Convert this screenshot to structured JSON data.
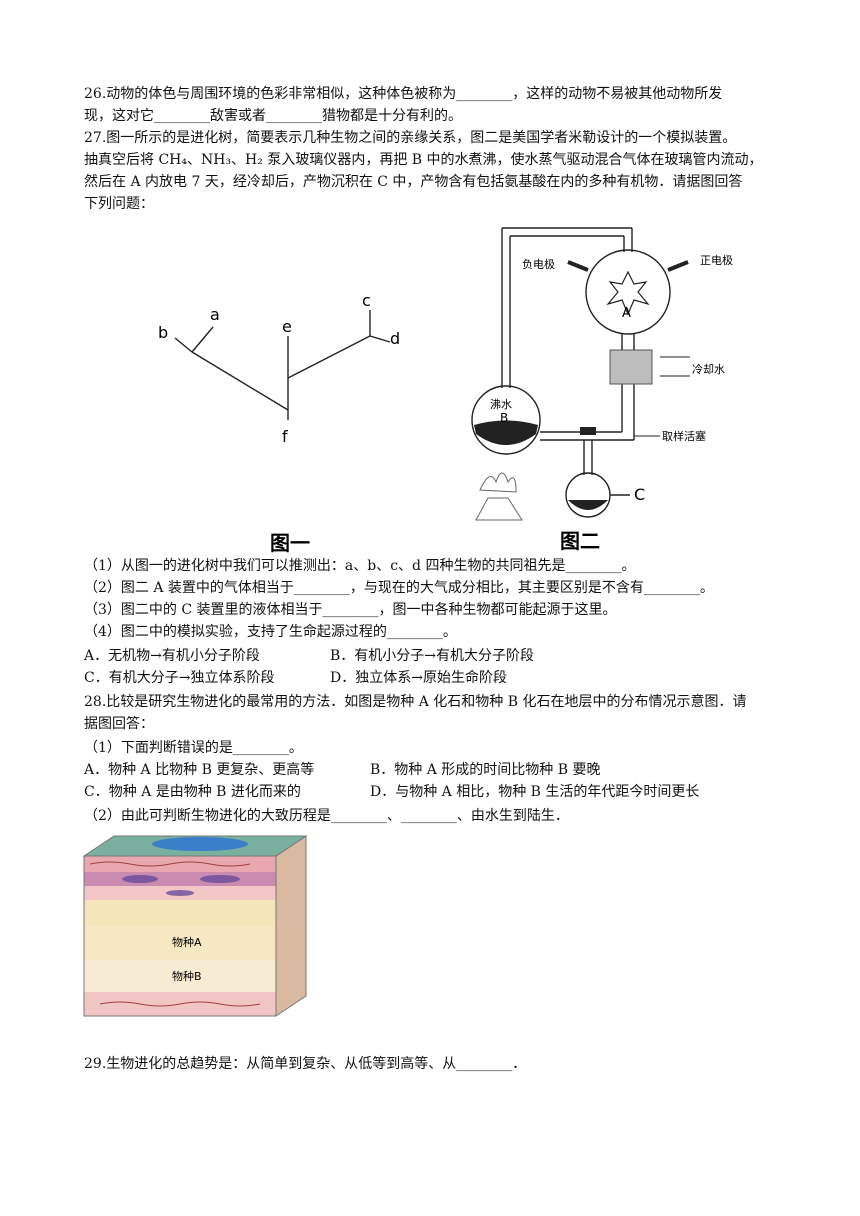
{
  "q26": {
    "l1": "26.动物的体色与周围环境的色彩非常相似，这种体色被称为________，这样的动物不易被其他动物所发",
    "l2": "现，这对它________敌害或者________猎物都是十分有利的。"
  },
  "q27": {
    "intro1": "27.图一所示的是进化树，简要表示几种生物之间的亲缘关系，图二是美国学者米勒设计的一个模拟装置。",
    "intro2": "抽真空后将 CH₄、NH₃、H₂ 泵入玻璃仪器内，再把 B 中的水煮沸，使水蒸气驱动混合气体在玻璃管内流动，",
    "intro3": "然后在 A 内放电 7 天，经冷却后，产物沉积在 C 中，产物含有包括氨基酸在内的多种有机物．请据图回答",
    "intro4": "下列问题：",
    "fig1": {
      "caption": "图一",
      "labels": {
        "a": "a",
        "b": "b",
        "c": "c",
        "d": "d",
        "e": "e",
        "f": "f"
      }
    },
    "fig2": {
      "caption": "图二",
      "neg_electrode": "负电极",
      "pos_electrode": "正电极",
      "chamber_a": "A",
      "cooling_water": "冷却水",
      "boiling_water": "沸水",
      "flask_b": "B",
      "sampling_valve": "取样活塞",
      "flask_c": "C"
    },
    "s1": "（1）从图一的进化树中我们可以推测出：a、b、c、d 四种生物的共同祖先是________。",
    "s2": "（2）图二 A 装置中的气体相当于________，与现在的大气成分相比，其主要区别是不含有________。",
    "s3": "（3）图二中的 C 装置里的液体相当于________，图一中各种生物都可能起源于这里。",
    "s4": "（4）图二中的模拟实验，支持了生命起源过程的________。",
    "options": {
      "A": "A．无机物→有机小分子阶段",
      "B": "B．有机小分子→有机大分子阶段",
      "C": "C．有机大分子→独立体系阶段",
      "D": "D．独立体系→原始生命阶段"
    }
  },
  "q28": {
    "intro1": "28.比较是研究生物进化的最常用的方法．如图是物种 A 化石和物种 B 化石在地层中的分布情况示意图．请",
    "intro2": "据图回答：",
    "s1": "（1）下面判断错误的是________。",
    "options": {
      "A": "A．物种 A 比物种 B 更复杂、更高等",
      "B": "B．物种 A 形成的时间比物种 B 要晚",
      "C": "C．物种 A 是由物种 B 进化而来的",
      "D": "D．与物种 A 相比，物种 B 生活的年代距今时间更长"
    },
    "s2": "（2）由此可判断生物进化的大致历程是________、________、由水生到陆生．",
    "strata": {
      "species_a": "物种A",
      "species_b": "物种B"
    }
  },
  "q29": {
    "text": "29.生物进化的总趋势是：从简单到复杂、从低等到高等、从________．"
  }
}
